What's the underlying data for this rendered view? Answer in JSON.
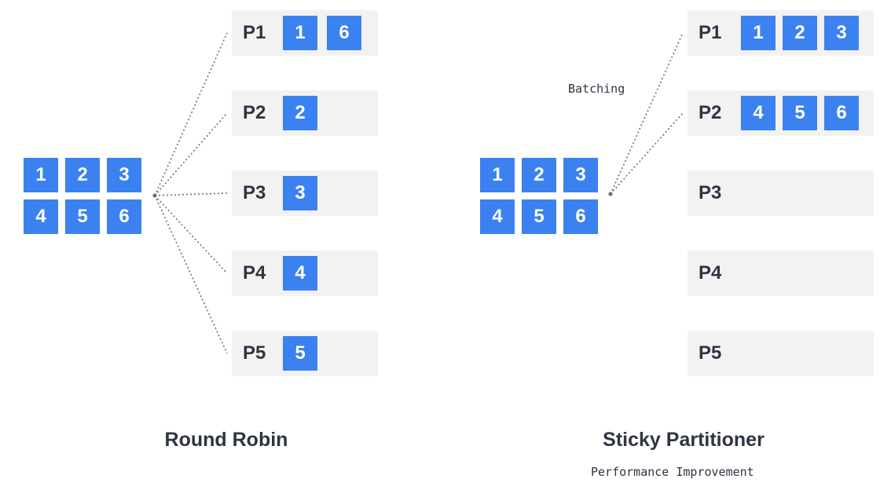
{
  "colors": {
    "record_box": "#3b82f0",
    "partition_bg": "#f2f2f2",
    "text": "#2f3442",
    "connector": "#6a6f7a"
  },
  "round_robin": {
    "caption": "Round Robin",
    "records": [
      "1",
      "2",
      "3",
      "4",
      "5",
      "6"
    ],
    "partitions": [
      {
        "label": "P1",
        "records": [
          "1",
          "6"
        ]
      },
      {
        "label": "P2",
        "records": [
          "2"
        ]
      },
      {
        "label": "P3",
        "records": [
          "3"
        ]
      },
      {
        "label": "P4",
        "records": [
          "4"
        ]
      },
      {
        "label": "P5",
        "records": [
          "5"
        ]
      }
    ]
  },
  "sticky": {
    "caption": "Sticky Partitioner",
    "subcaption": "Performance Improvement",
    "batching_label": "Batching",
    "records": [
      "1",
      "2",
      "3",
      "4",
      "5",
      "6"
    ],
    "partitions": [
      {
        "label": "P1",
        "records": [
          "1",
          "2",
          "3"
        ]
      },
      {
        "label": "P2",
        "records": [
          "4",
          "5",
          "6"
        ]
      },
      {
        "label": "P3",
        "records": []
      },
      {
        "label": "P4",
        "records": []
      },
      {
        "label": "P5",
        "records": []
      }
    ]
  }
}
